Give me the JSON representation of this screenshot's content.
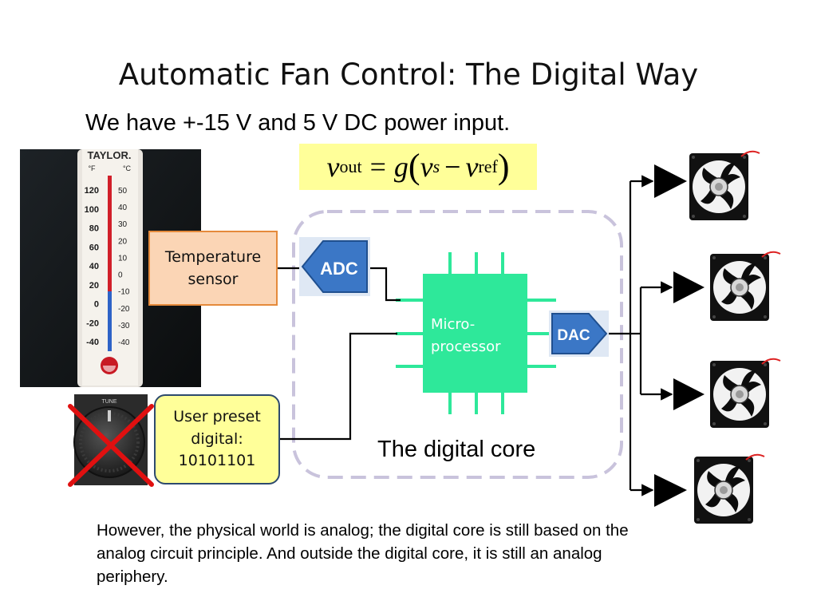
{
  "slide": {
    "title": "Automatic Fan Control: The Digital Way",
    "subtitle": "We have +-15 V and 5 V DC power input.",
    "equation": {
      "v": "v",
      "out_sub": "out",
      "equals": "=",
      "g": "g",
      "open_paren": "(",
      "s_sub": "s",
      "minus": "−",
      "ref_sub": "ref",
      "close_paren": ")"
    }
  },
  "diagram": {
    "temperature_sensor": {
      "line1": "Temperature",
      "line2": "sensor"
    },
    "user_preset": {
      "line1": "User preset",
      "line2": "digital:",
      "line3": "10101101"
    },
    "adc_label": "ADC",
    "dac_label": "DAC",
    "microprocessor": {
      "line1": "Micro-",
      "line2": "processor"
    },
    "core_label": "The digital core",
    "thermometer": {
      "brand": "TAYLOR.",
      "f_unit": "°F",
      "c_unit": "°C",
      "f_ticks": [
        "120",
        "100",
        "80",
        "60",
        "40",
        "20",
        "0",
        "-20",
        "-40"
      ],
      "c_ticks": [
        "50",
        "40",
        "30",
        "20",
        "10",
        "0",
        "-10",
        "-20",
        "-30",
        "-40"
      ]
    },
    "knob_label": "TUNE",
    "fan_count": 4,
    "colors": {
      "core_border": "#c9c3dc",
      "microprocessor": "#2ee89a",
      "adc_dac_blue": "#3b77c6",
      "temp_box_fill": "#fbd5b5",
      "temp_box_border": "#e58a3b",
      "preset_fill": "#ffff99",
      "preset_border": "#2d4a6e",
      "cross": "#e01010"
    }
  },
  "footer": {
    "text": "However, the physical world is analog; the digital core is still based on the analog circuit principle. And outside the digital core, it is still an analog periphery."
  }
}
